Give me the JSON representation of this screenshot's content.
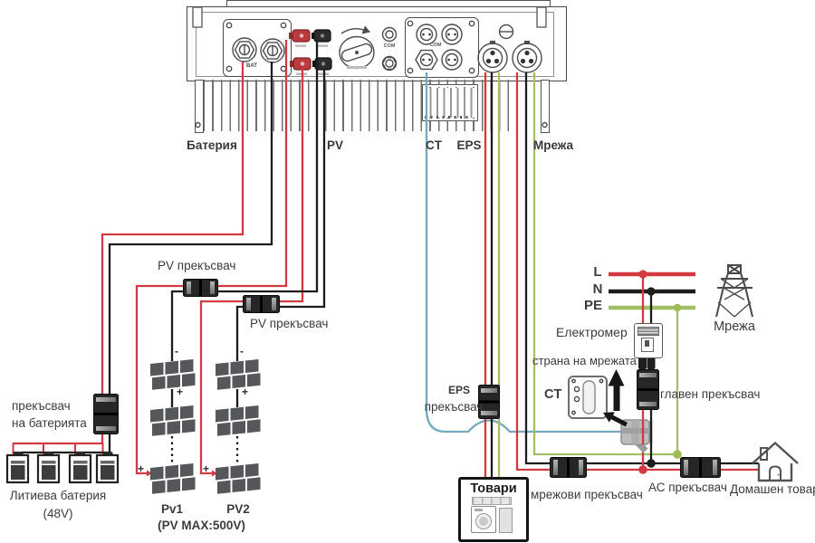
{
  "device": {
    "bat_label": "BAT",
    "com_port_label": "COM",
    "com_plate_label": "COM"
  },
  "ports": {
    "battery": "Батерия",
    "pv": "PV",
    "ct": "CT",
    "eps": "EPS",
    "grid": "Мрежа"
  },
  "battery": {
    "breaker_line1": "прекъсвач",
    "breaker_line2": "на батерията",
    "name": "Литиева батерия",
    "voltage": "(48V)"
  },
  "pv": {
    "breaker1_label": "PV прекъсвач",
    "breaker2_label": "PV прекъсвач",
    "string1_label": "Pv1",
    "string2_label": "PV2",
    "max_label": "(PV MAX:500V)",
    "plus": "+",
    "minus": "-"
  },
  "eps": {
    "breaker_line1": "EPS",
    "breaker_line2": "прекъсвач",
    "loads_label": "Товари"
  },
  "grid": {
    "phase_l": "L",
    "phase_n": "N",
    "phase_pe": "PE",
    "meter_label": "Електромер",
    "grid_side_label": "страна на мрежата",
    "ct_label": "CT",
    "main_breaker_label": "главен прекъсвач",
    "tower_label": "Мрежа",
    "grid_breaker_label": "мрежови прекъсвач",
    "ac_breaker_label": "АС прекъсвач",
    "home_load_label": "Домашен товар"
  },
  "colors": {
    "live_red": "#d03a40",
    "neutral_black": "#1d1d1b",
    "pe_green": "#a2c064",
    "ct_blue": "#76a9be",
    "component_dark": "#262626",
    "panel_gray": "#56575a"
  }
}
